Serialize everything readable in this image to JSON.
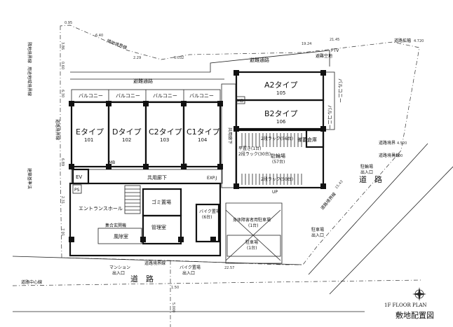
{
  "plan": {
    "title_en": "1F FLOOR PLAN",
    "title_ja": "敷地配置図"
  },
  "units": [
    {
      "type": "Eタイプ",
      "number": "101"
    },
    {
      "type": "Dタイプ",
      "number": "102"
    },
    {
      "type": "C2タイプ",
      "number": "103"
    },
    {
      "type": "C1タイプ",
      "number": "104"
    },
    {
      "type": "A2タイプ",
      "number": "105"
    },
    {
      "type": "B2タイプ",
      "number": "106"
    }
  ],
  "balconies": [
    "バルコニー",
    "バルコニー",
    "バルコニー",
    "バルコニー",
    "バルコニー",
    "バルコニー"
  ],
  "rooms": {
    "entrance_hall": "エントランスホール",
    "manager_office": "管理室",
    "trash_storage": "ゴミ置場",
    "bike_storage": "バイク置場",
    "bike_storage_count": "(6台)",
    "wind_room": "風除室",
    "common_corridor": "共用廊下",
    "common_corridor2": "共用廊下",
    "bicycle_parking": "駐輪場",
    "bicycle_parking_count": "(57台)",
    "storage": "備蓄倉庫",
    "parking": "駐車場",
    "parking_count": "(1台)",
    "accessible_parking": "身体障害者用駐車場",
    "accessible_parking_count": "(1台)",
    "ev": "EV",
    "ps": "PS",
    "mb": "MB",
    "expj": "EXP.J",
    "up": "UP",
    "auto_lock": "集合玄関機",
    "bike_rack_upper": "2段ラック(56台)",
    "bike_rack_flat": "平置き(1台)",
    "bike_rack_lower": "2段ラック(50台)",
    "bike_rack_lower2": "2段ラック(30台)",
    "evac_space": "避難空地",
    "ptv": "PTV"
  },
  "paths": {
    "evac_route_top": "避難通路",
    "evac_route_mid": "避難通路",
    "land_boundary_top": "隣地境界線",
    "land_boundary_left": "隣地境界線",
    "road_boundary_left": "道路境界線",
    "road_boundary_bottom": "道路境界線",
    "road_boundary_right": "道路境界線",
    "road_center": "道路中心線",
    "building_setback": "建築基準法",
    "road_widening": "道路拡幅",
    "road_widening2": "道路境界",
    "zone_boundary": "用途地域境界線",
    "road_line_right": "道路境界線"
  },
  "roads": {
    "road_bottom": "道　路",
    "road_right": "道　路"
  },
  "entrances": {
    "mansion": [
      "マンション",
      "出入口"
    ],
    "bike": [
      "バイク置場",
      "出入口"
    ],
    "bicycle": [
      "駐輪場",
      "出入口"
    ],
    "parking": [
      "駐車場",
      "出入口"
    ]
  },
  "dimensions": {
    "d_top1": "0.95",
    "d_top2": "6.40",
    "d_top3": "2.29",
    "d_top4": "6.032",
    "d_top5": "19.24",
    "d_top6": "4.720",
    "d_left1": "3.86",
    "d_left2": "0.60",
    "d_left3": "6.30",
    "d_left4": "6.89",
    "d_left5": "7.91",
    "d_left6": "2.31",
    "d_bottom1": "22.57",
    "d_bottom2": "1.50",
    "d_bottom3": "5.000",
    "d_right1": "4.520",
    "d_right2": "4.500",
    "d_right3": "15.43",
    "d_right4": "21.45"
  }
}
